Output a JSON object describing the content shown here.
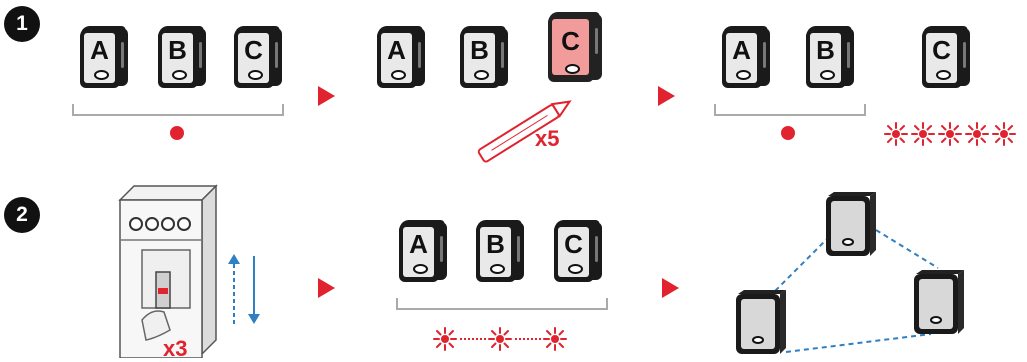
{
  "steps": [
    {
      "number": "1"
    },
    {
      "number": "2"
    }
  ],
  "devices": {
    "a": "A",
    "b": "B",
    "c": "C"
  },
  "labels": {
    "press_count": "x5",
    "toggle_count": "x3"
  },
  "colors": {
    "accent": "#e0232e",
    "device_body": "#1a1a1a",
    "device_face": "#e9e9e9",
    "highlight_face": "#f29b9b",
    "link_line": "#2f7fc1"
  },
  "icons": [
    "step-number-badge",
    "device-icon",
    "pen-icon",
    "red-dot-icon",
    "blink-star-icon",
    "circuit-breaker-icon",
    "arrow-right-icon",
    "toggle-arrows-icon"
  ]
}
